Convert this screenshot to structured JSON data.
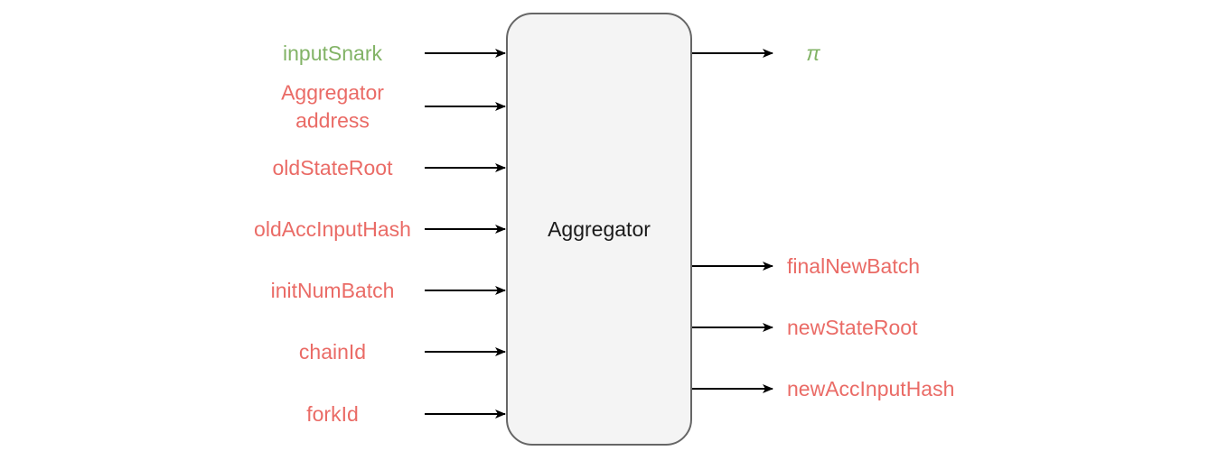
{
  "colors": {
    "green": "#82b366",
    "red": "#ea6b66",
    "box_fill": "#f4f4f4",
    "box_stroke": "#666666",
    "arrow": "#000000"
  },
  "block": {
    "label": "Aggregator"
  },
  "inputs": [
    {
      "lines": [
        "inputSnark"
      ],
      "color": "green"
    },
    {
      "lines": [
        "Aggregator",
        "address"
      ],
      "color": "red"
    },
    {
      "lines": [
        "oldStateRoot"
      ],
      "color": "red"
    },
    {
      "lines": [
        "oldAccInputHash"
      ],
      "color": "red"
    },
    {
      "lines": [
        "initNumBatch"
      ],
      "color": "red"
    },
    {
      "lines": [
        "chainId"
      ],
      "color": "red"
    },
    {
      "lines": [
        "forkId"
      ],
      "color": "red"
    }
  ],
  "outputs": [
    {
      "lines": [
        "π"
      ],
      "color": "green",
      "italic": true
    },
    {
      "lines": [
        "finalNewBatch"
      ],
      "color": "red"
    },
    {
      "lines": [
        "newStateRoot"
      ],
      "color": "red"
    },
    {
      "lines": [
        "newAccInputHash"
      ],
      "color": "red"
    }
  ]
}
